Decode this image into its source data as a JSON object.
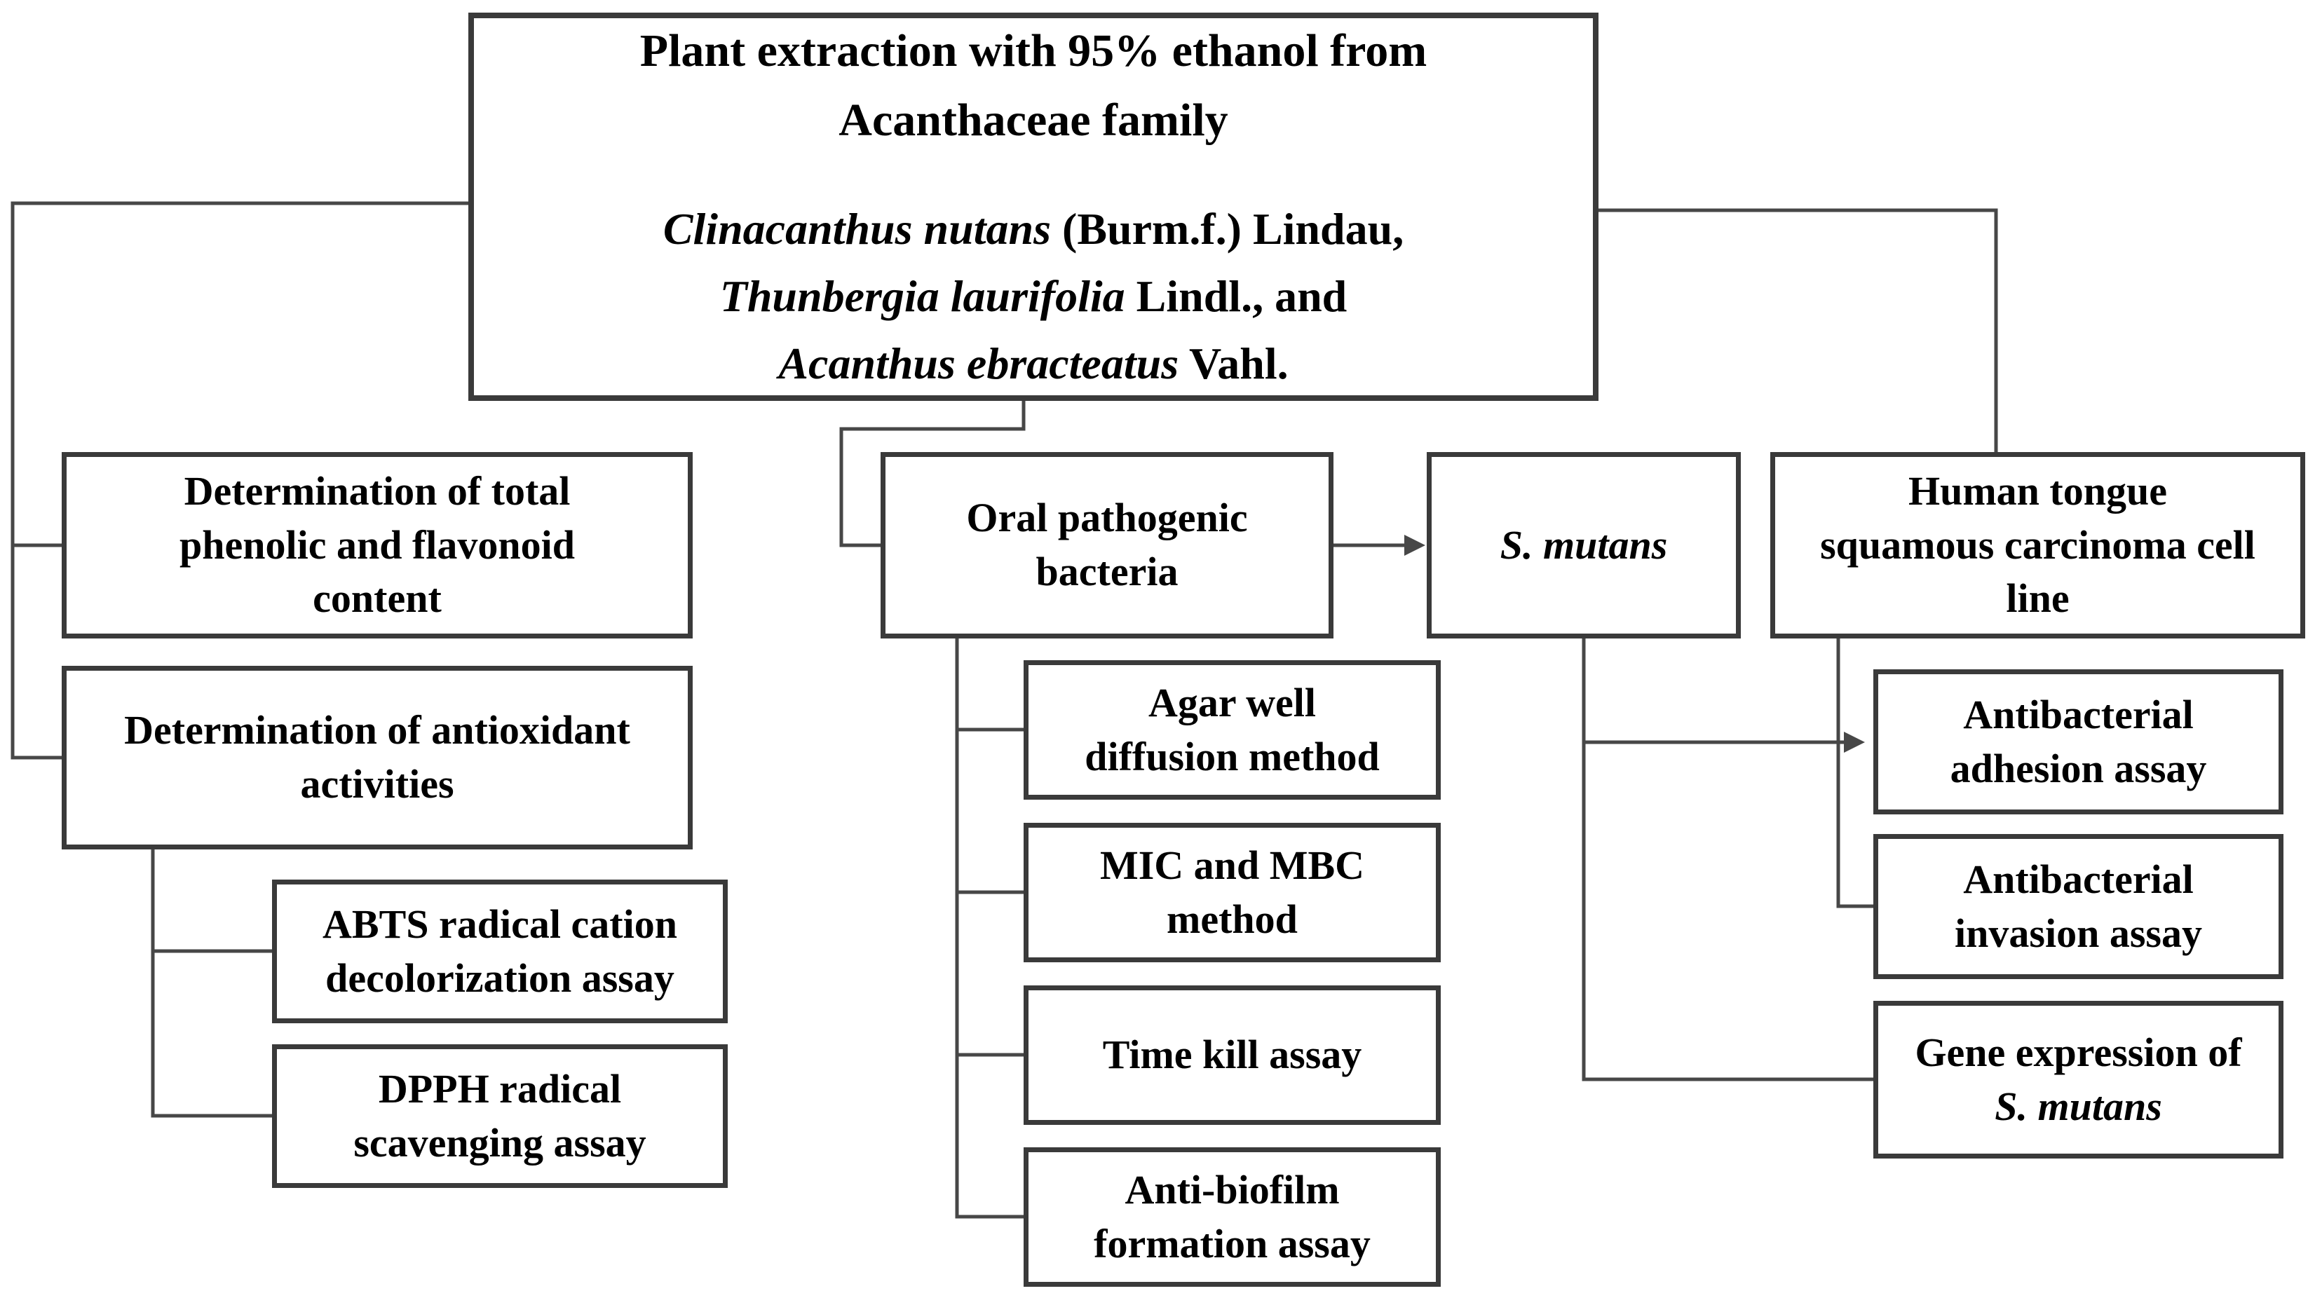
{
  "colors": {
    "line": "#3a3a3a",
    "conn": "#474747",
    "text": "#000000",
    "bg": "#ffffff"
  },
  "top_box": {
    "title_lines": [
      "Plant extraction with 95% ethanol from",
      "Acanthaceae family"
    ],
    "species_lines": [
      [
        {
          "t": "Clinacanthus nutans",
          "i": true
        },
        {
          "t": " (Burm.f.) Lindau,"
        }
      ],
      [
        {
          "t": "Thunbergia laurifolia",
          "i": true
        },
        {
          "t": " Lindl., and"
        }
      ],
      [
        {
          "t": "Acanthus ebracteatus",
          "i": true
        },
        {
          "t": " Vahl."
        }
      ]
    ]
  },
  "nodes": {
    "phenolic": {
      "lines": [
        "Determination of total",
        "phenolic and flavonoid",
        "content"
      ]
    },
    "antioxidant": {
      "lines": [
        "Determination of antioxidant",
        "activities"
      ]
    },
    "abts": {
      "lines": [
        "ABTS radical cation",
        "decolorization assay"
      ]
    },
    "dpph": {
      "lines": [
        "DPPH radical",
        "scavenging assay"
      ]
    },
    "oral": {
      "lines": [
        "Oral pathogenic",
        "bacteria"
      ]
    },
    "agar": {
      "lines": [
        "Agar well",
        "diffusion method"
      ]
    },
    "mic": {
      "lines": [
        "MIC and MBC",
        "method"
      ]
    },
    "timekill": {
      "lines": [
        "Time kill assay"
      ]
    },
    "biofilm": {
      "lines": [
        "Anti-biofilm",
        "formation assay"
      ]
    },
    "smutans": {
      "lines": [
        [
          {
            "t": "S. mutans",
            "i": true
          }
        ]
      ]
    },
    "humantongue": {
      "lines": [
        "Human tongue",
        "squamous carcinoma cell",
        "line"
      ]
    },
    "adhesion": {
      "lines": [
        "Antibacterial",
        "adhesion assay"
      ]
    },
    "invasion": {
      "lines": [
        "Antibacterial",
        "invasion assay"
      ]
    },
    "gene": {
      "lines": [
        [
          {
            "t": "Gene expression of"
          }
        ],
        [
          {
            "t": "S. mutans",
            "i": true
          }
        ]
      ]
    }
  }
}
